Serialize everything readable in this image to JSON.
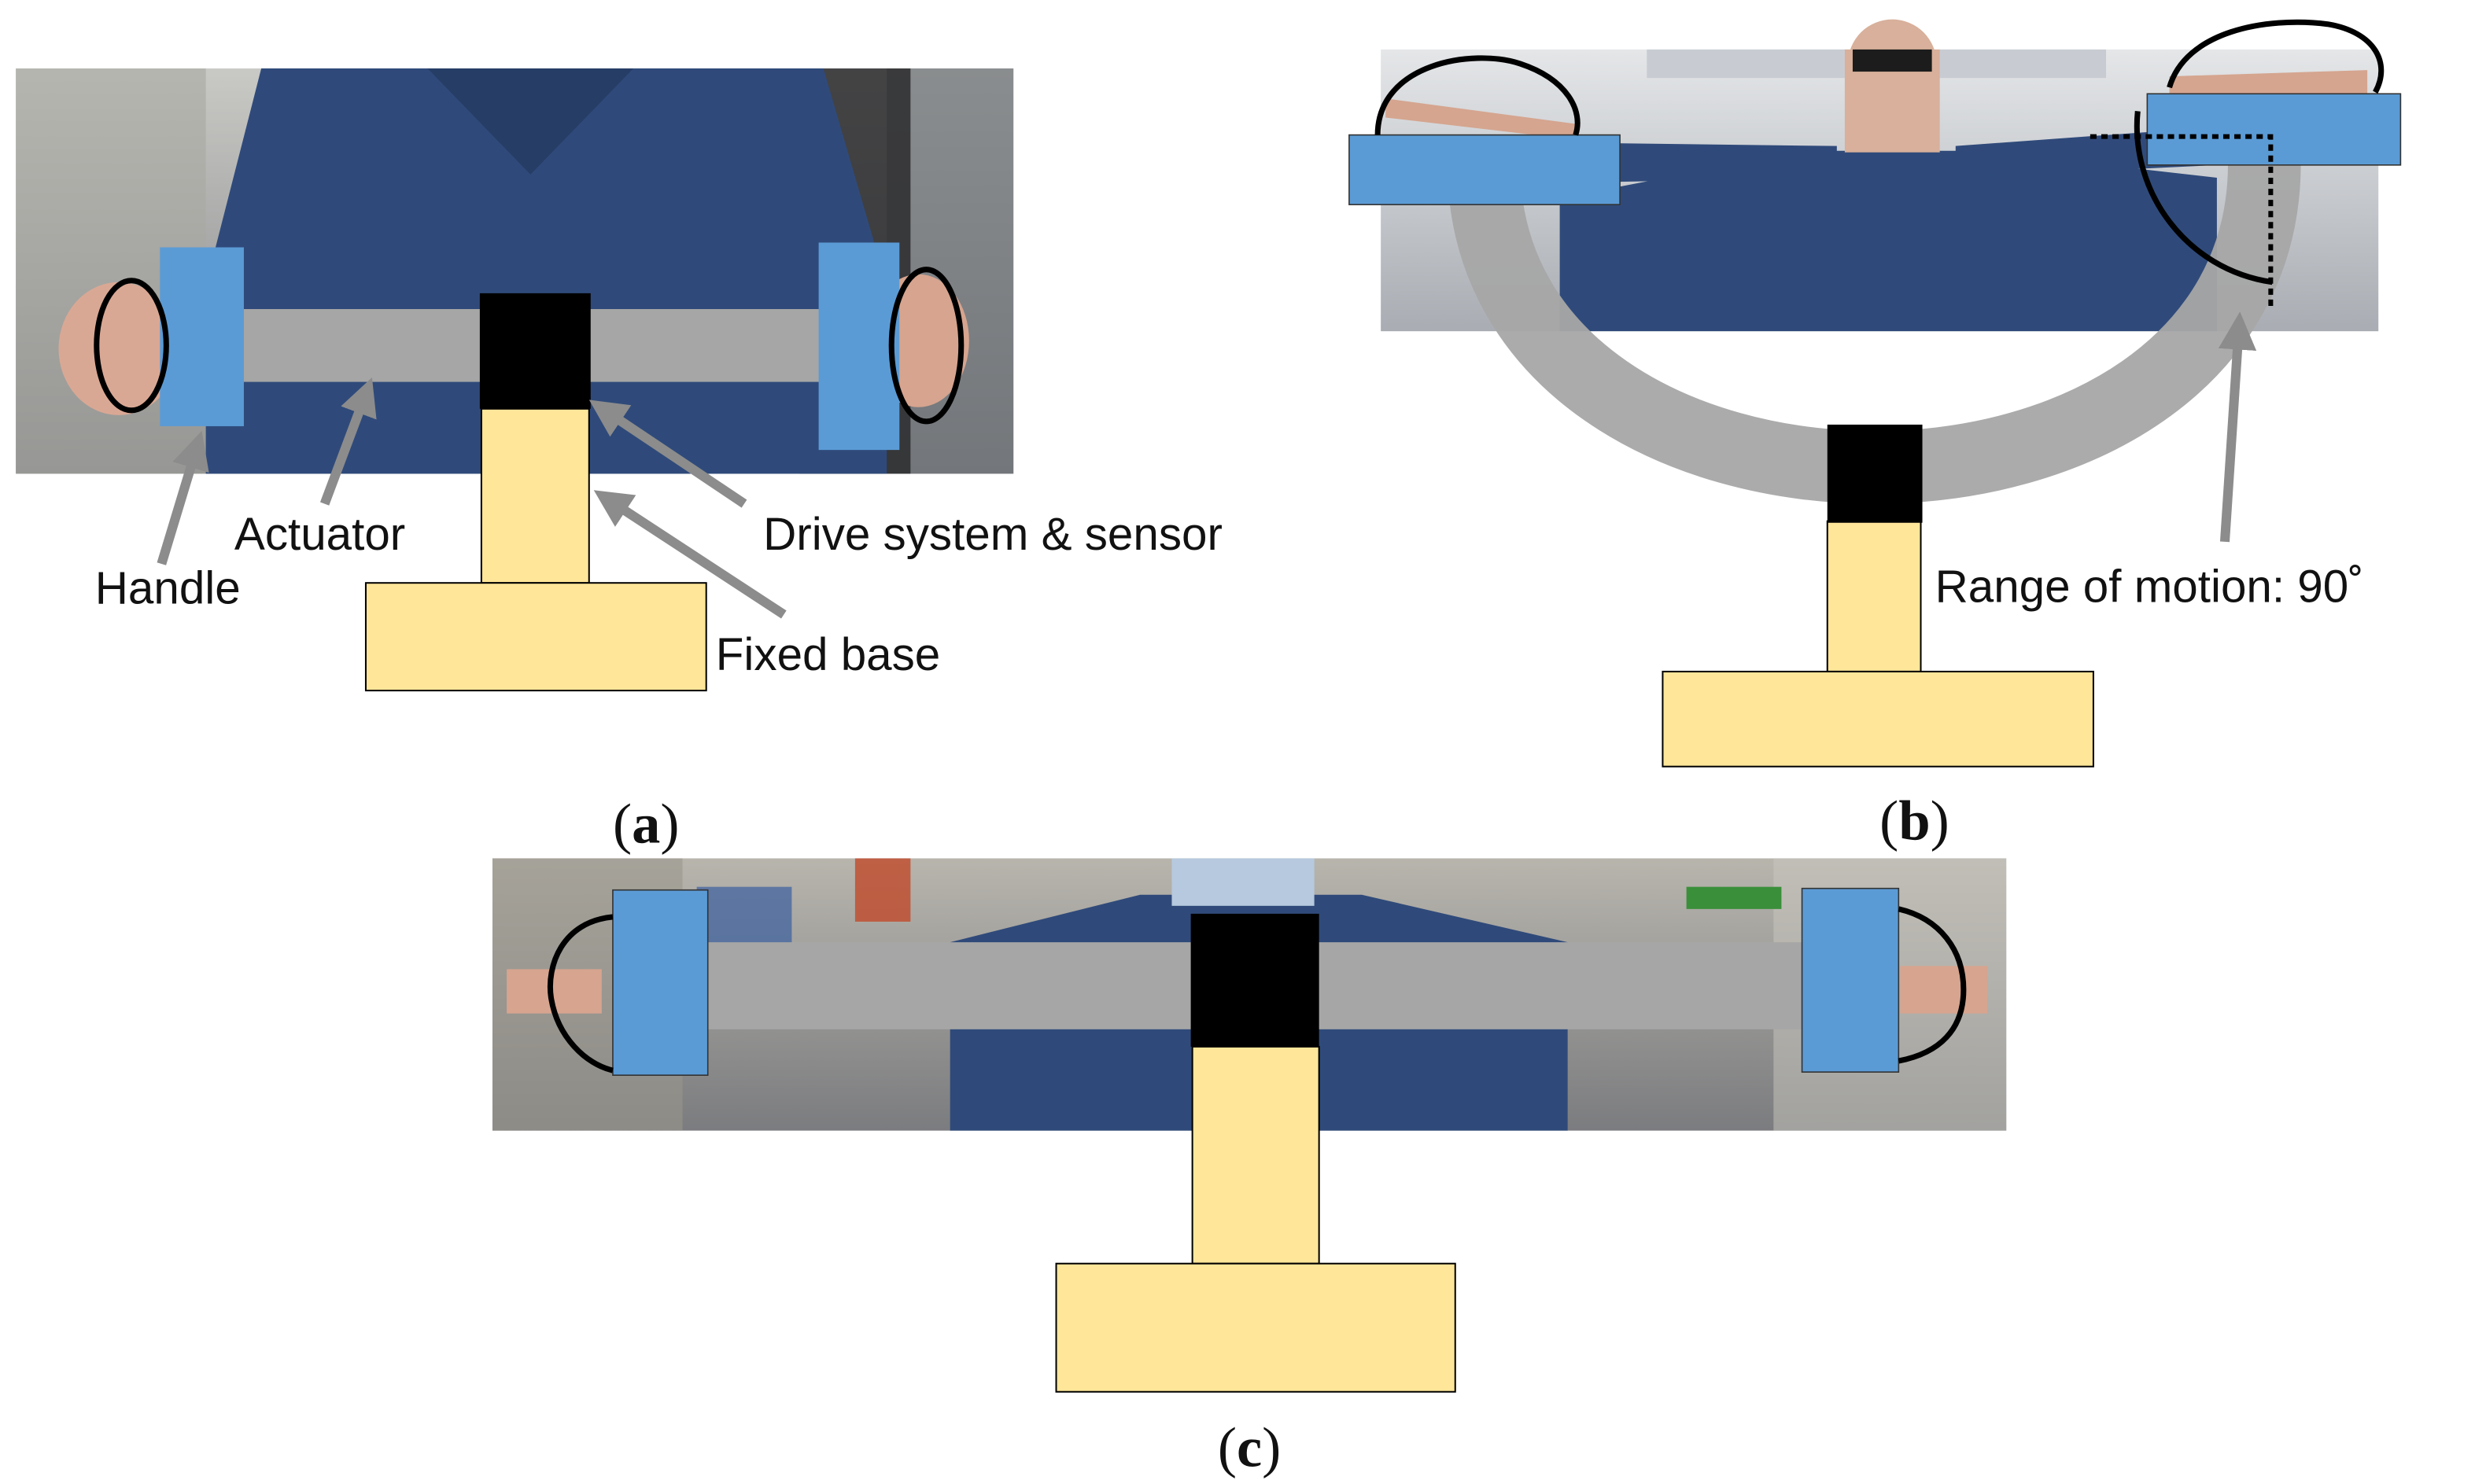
{
  "figure": {
    "panels": {
      "a": {
        "letter": "a",
        "labels": {
          "handle": "Handle",
          "actuator": "Actuator",
          "drive": "Drive system & sensor",
          "base": "Fixed base"
        }
      },
      "b": {
        "letter": "b",
        "labels": {
          "range": "Range of motion: 90˚"
        }
      },
      "c": {
        "letter": "c"
      }
    },
    "colors": {
      "handle": "#5b9bd5",
      "actuator": "#a6a6a6",
      "drive": "#000000",
      "base": "#ffe699",
      "arrow": "#8c8c8c",
      "photo_sweater": "#2f4a7a",
      "photo_background": "#8a8f96"
    }
  }
}
